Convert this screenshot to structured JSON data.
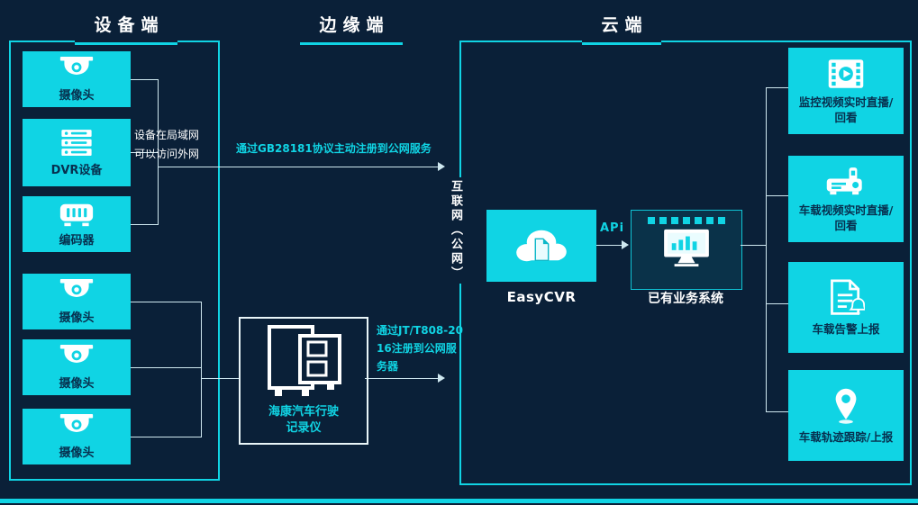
{
  "colors": {
    "background": "#0a2038",
    "accent_cyan": "#10d4e4",
    "box_text_dark": "#07304f",
    "line": "#cfe8f0",
    "white": "#ffffff"
  },
  "sections": {
    "device": {
      "title": "设备端"
    },
    "edge": {
      "title": "边缘端"
    },
    "cloud": {
      "title": "云端"
    }
  },
  "device_section": {
    "items": [
      {
        "label": "摄像头",
        "icon": "dome-camera-icon"
      },
      {
        "label": "DVR设备",
        "icon": "dvr-icon"
      },
      {
        "label": "编码器",
        "icon": "encoder-icon"
      },
      {
        "label": "摄像头",
        "icon": "dome-camera-icon"
      },
      {
        "label": "摄像头",
        "icon": "dome-camera-icon"
      },
      {
        "label": "摄像头",
        "icon": "dome-camera-icon"
      }
    ],
    "lan_note": "设备在局域网可以访问外网"
  },
  "edge_section": {
    "recorder_label": "海康汽车行驶记录仪",
    "recorder_icon": "vehicle-recorder-icon"
  },
  "connections": {
    "gb_protocol_label": "通过GB28181协议主动注册到公网服务",
    "jt_protocol_label": "通过JT/T808-2016注册到公网服务器",
    "internet_label": "互联网（公网）",
    "api_label": "APi"
  },
  "cloud_section": {
    "easycvr": {
      "label": "EasyCVR",
      "icon": "cloud-document-icon"
    },
    "business_system": {
      "label": "已有业务系统",
      "icon": "monitor-icon"
    },
    "services": [
      {
        "label": "监控视频实时直播/回看",
        "icon": "video-play-icon"
      },
      {
        "label": "车载视频实时直播/回看",
        "icon": "vehicle-camera-icon"
      },
      {
        "label": "车载告警上报",
        "icon": "alarm-document-icon"
      },
      {
        "label": "车载轨迹跟踪/上报",
        "icon": "location-pin-icon"
      }
    ]
  }
}
